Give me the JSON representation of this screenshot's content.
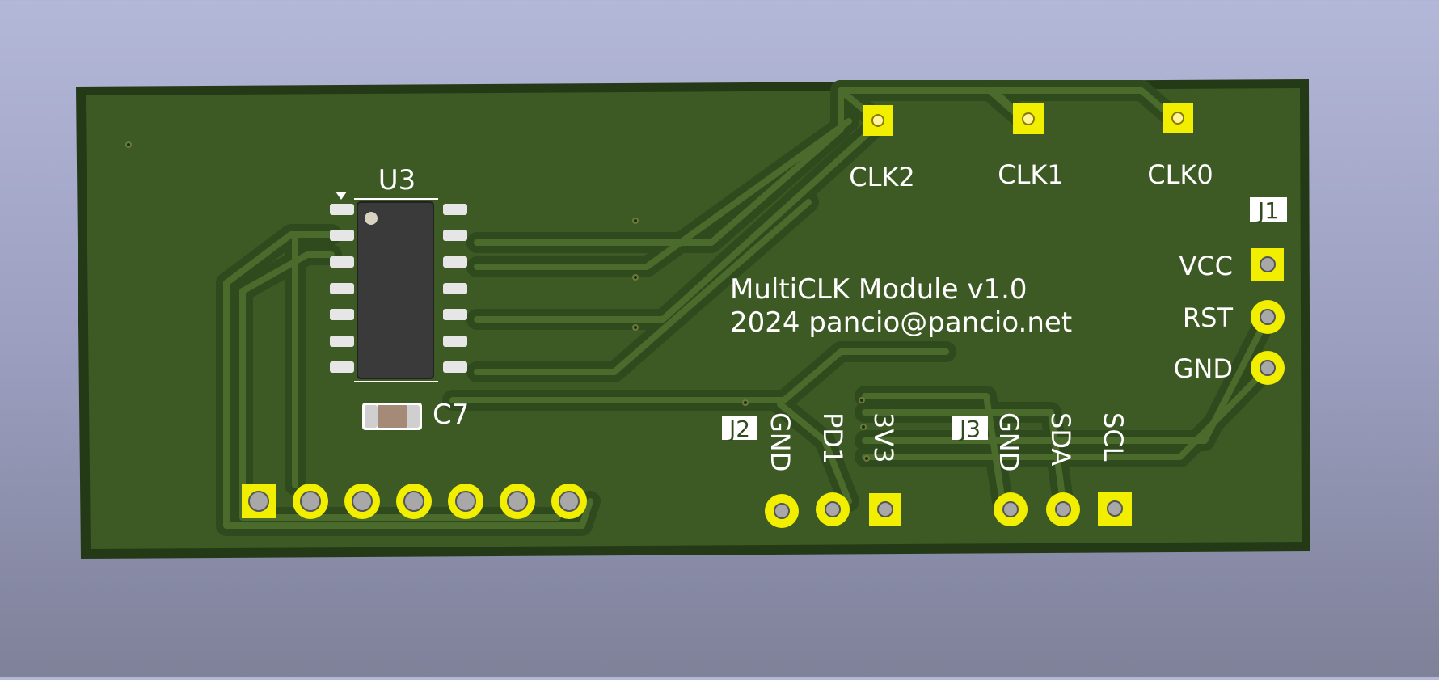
{
  "board": {
    "title_line1": "MultiCLK Module v1.0",
    "title_line2": "2024 pancio@pancio.net",
    "colors": {
      "board": "#3d5a25",
      "board_edge": "#243a16",
      "trace": "#4a6b2c",
      "clearance": "#2f4a1c",
      "pad": "#f2ee00",
      "silkscreen": "#ffffff",
      "ic_body": "#3a3a3a",
      "cap_body": "#a58a78"
    }
  },
  "components": {
    "u3": {
      "label": "U3"
    },
    "c7": {
      "label": "C7"
    },
    "j1": {
      "label": "J1",
      "pins": [
        "VCC",
        "RST",
        "GND"
      ]
    },
    "j2": {
      "label": "J2",
      "pins": [
        "GND",
        "PD1",
        "3V3"
      ]
    },
    "j3": {
      "label": "J3",
      "pins": [
        "GND",
        "SDA",
        "SCL"
      ]
    },
    "clk_outputs": [
      "CLK2",
      "CLK1",
      "CLK0"
    ],
    "header_pin_count": 7
  }
}
